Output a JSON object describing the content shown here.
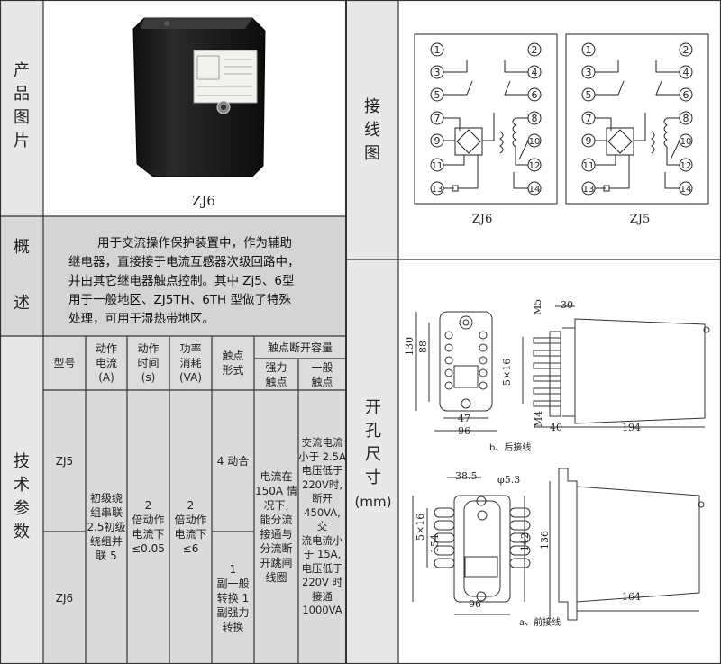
{
  "left": {
    "product_label": [
      "产",
      "品",
      "图",
      "片"
    ],
    "product_caption": "ZJ6",
    "overview_label": [
      "概",
      "述"
    ],
    "overview_text": [
      "用于交流操作保护装置中，作为辅助",
      "继电器，直接接于电流互感器次级回路中，",
      "并由其它继电器触点控制。其中 Zj5、6型",
      "用于一般地区、ZJ5TH、6TH 型做了特殊",
      "处理，可用于湿热带地区。"
    ],
    "params_label": [
      "技",
      "术",
      "参",
      "数"
    ],
    "table": {
      "headers": {
        "model": [
          "型号"
        ],
        "current": [
          "动作",
          "电流",
          "(A)"
        ],
        "time": [
          "动作",
          "时间",
          "(s)"
        ],
        "power": [
          "功率",
          "消耗",
          "(VA)"
        ],
        "contact_form": [
          "触点",
          "形式"
        ],
        "capacity": "触点断开容量",
        "strong": [
          "强力",
          "触点"
        ],
        "general": [
          "一般",
          "触点"
        ]
      },
      "models": [
        "ZJ5",
        "ZJ6"
      ],
      "current_value": [
        "初级绕",
        "组串联",
        "2.5初级",
        "绕组并",
        "联 5"
      ],
      "time_value": [
        "2",
        "倍动作",
        "电流下",
        "≤0.05"
      ],
      "power_value": [
        "2",
        "倍动作",
        "电流下",
        "≤6"
      ],
      "contact_zj5": "4 动合",
      "contact_zj6": [
        "1",
        "副一般",
        "转换 1",
        "副强力",
        "转换"
      ],
      "strong_value": [
        "电流在",
        "150A 情",
        "况下,",
        "能分流",
        "接通与",
        "分流断",
        "开跳闸",
        "线圈"
      ],
      "general_value": [
        "交流电流",
        "小于 2.5A",
        "电压低于",
        "220V时,",
        "断开",
        "450VA, 交",
        "流电流小",
        "于 15A,",
        "电压低于",
        "220V 时",
        "接通",
        "1000VA"
      ]
    }
  },
  "right": {
    "wiring_label": [
      "接",
      "线",
      "图"
    ],
    "wiring_captions": [
      "ZJ6",
      "ZJ5"
    ],
    "terminal_numbers": [
      "1",
      "2",
      "3",
      "4",
      "5",
      "6",
      "7",
      "8",
      "9",
      "10",
      "11",
      "12",
      "13",
      "14"
    ],
    "cutout_label": [
      "开",
      "孔",
      "尺",
      "寸",
      "(mm)"
    ],
    "rear_dims": {
      "d30": "30",
      "dM5": "M5",
      "d130": "130",
      "d88": "88",
      "d5x16": "5×16",
      "dM4": "M4",
      "d47": "47",
      "d96": "96",
      "d40": "40",
      "d194": "194",
      "caption": "b、后接线"
    },
    "front_dims": {
      "d38": "38.5",
      "dphi": "φ5.3",
      "d5x16": "5×16",
      "d154": "154",
      "d142": "142",
      "d136": "136",
      "d96": "96",
      "d164": "164",
      "caption": "a、前接线"
    }
  }
}
